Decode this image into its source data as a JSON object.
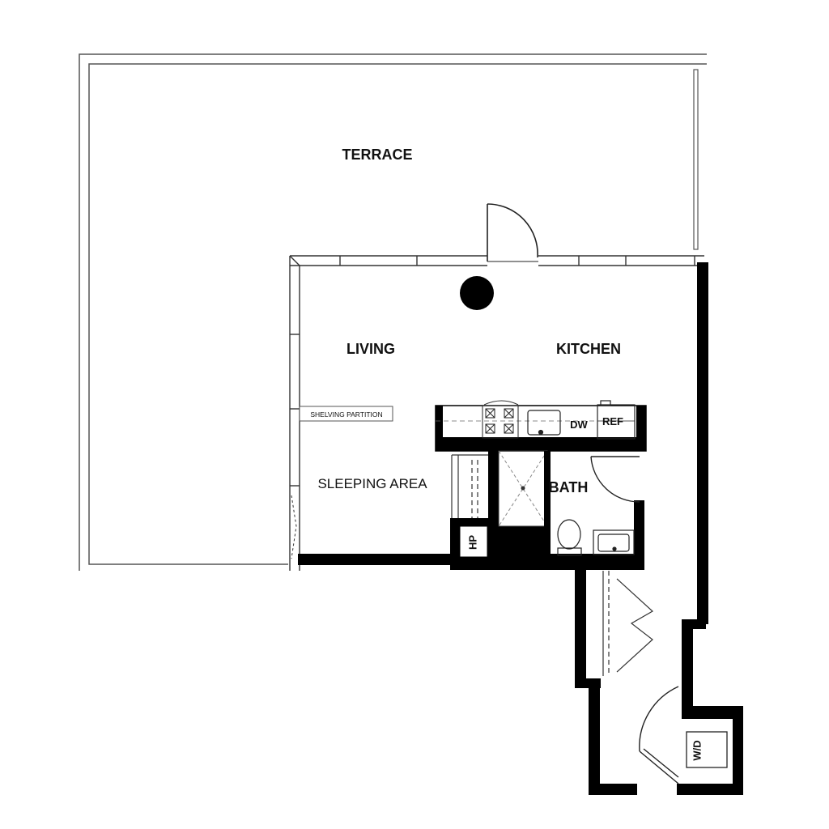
{
  "rooms": {
    "terrace": "TERRACE",
    "living": "LIVING",
    "kitchen": "KITCHEN",
    "sleeping_area": "SLEEPING AREA",
    "bath": "BATH"
  },
  "fixtures": {
    "shelving_partition": "SHELVING PARTITION",
    "dishwasher": "DW",
    "refrigerator": "REF",
    "heat_pump": "HP",
    "washer_dryer": "W/D"
  }
}
